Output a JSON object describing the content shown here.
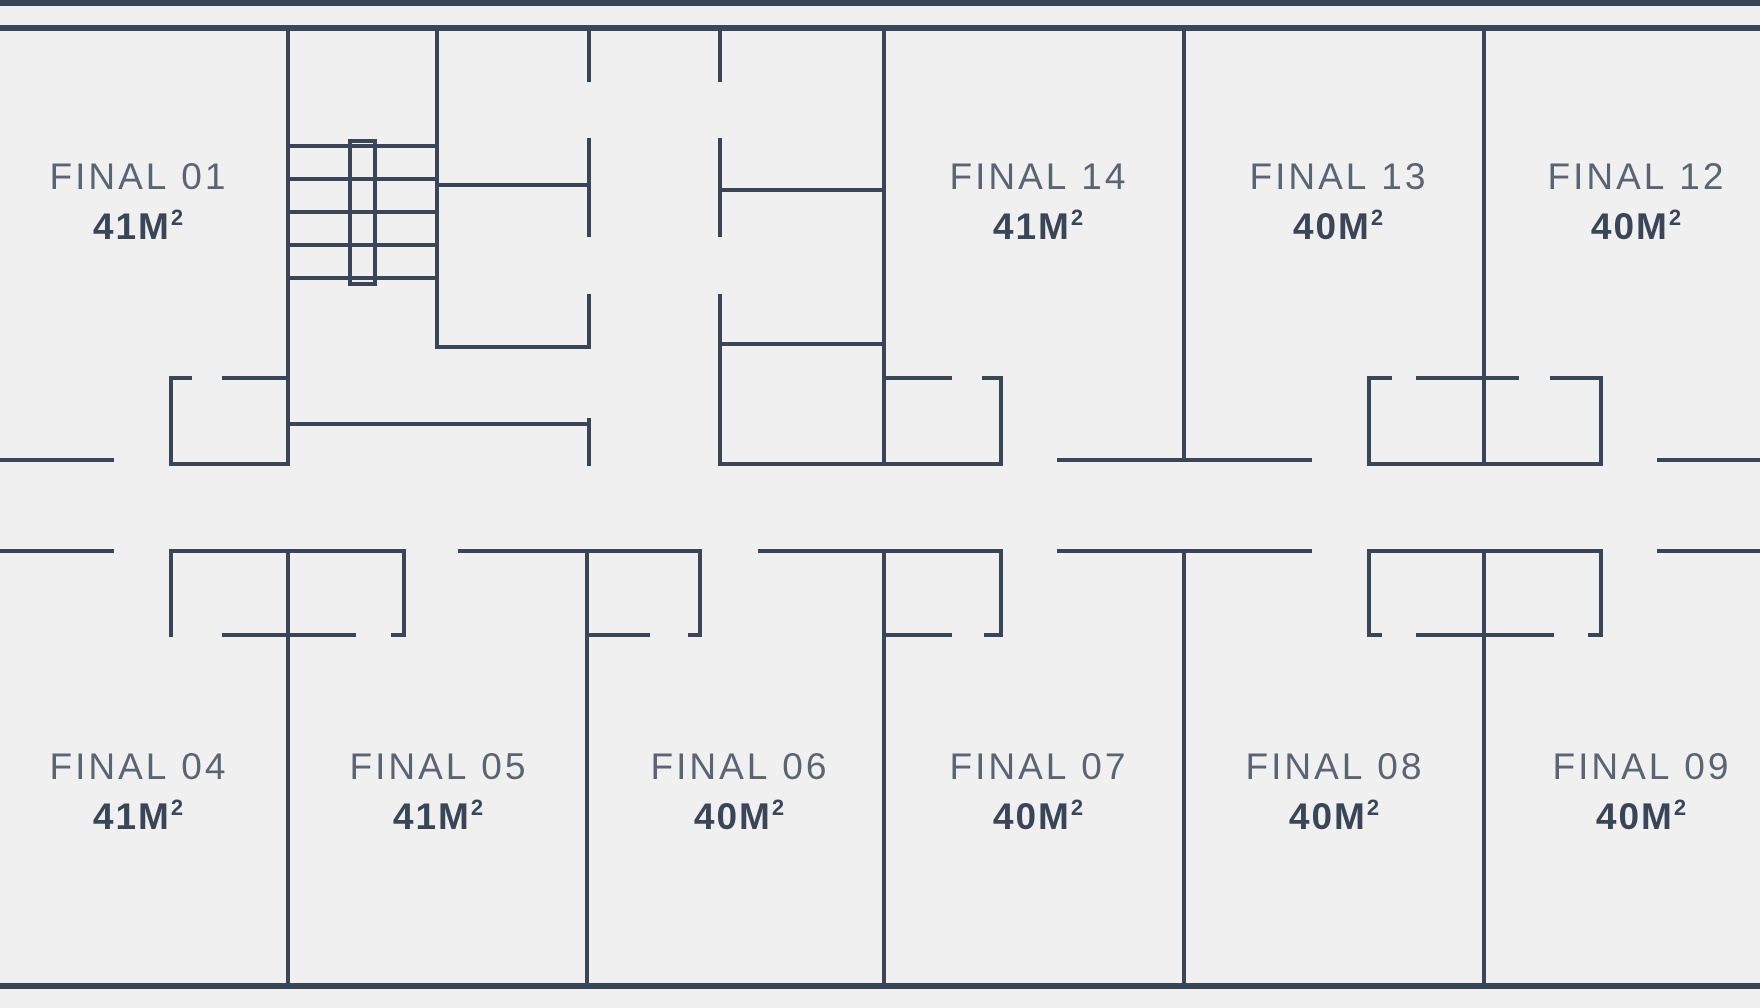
{
  "rooms": [
    {
      "id": "final-01",
      "name": "FINAL 01",
      "area": "41M",
      "unit_power": "2"
    },
    {
      "id": "final-14",
      "name": "FINAL 14",
      "area": "41M",
      "unit_power": "2"
    },
    {
      "id": "final-13",
      "name": "FINAL 13",
      "area": "40M",
      "unit_power": "2"
    },
    {
      "id": "final-12",
      "name": "FINAL 12",
      "area": "40M",
      "unit_power": "2"
    },
    {
      "id": "final-04",
      "name": "FINAL 04",
      "area": "41M",
      "unit_power": "2"
    },
    {
      "id": "final-05",
      "name": "FINAL 05",
      "area": "41M",
      "unit_power": "2"
    },
    {
      "id": "final-06",
      "name": "FINAL 06",
      "area": "40M",
      "unit_power": "2"
    },
    {
      "id": "final-07",
      "name": "FINAL 07",
      "area": "40M",
      "unit_power": "2"
    },
    {
      "id": "final-08",
      "name": "FINAL 08",
      "area": "40M",
      "unit_power": "2"
    },
    {
      "id": "final-09",
      "name": "FINAL 09",
      "area": "40M",
      "unit_power": "2"
    }
  ],
  "colors": {
    "wall": "#3a4657",
    "background": "#f0f0f0"
  }
}
